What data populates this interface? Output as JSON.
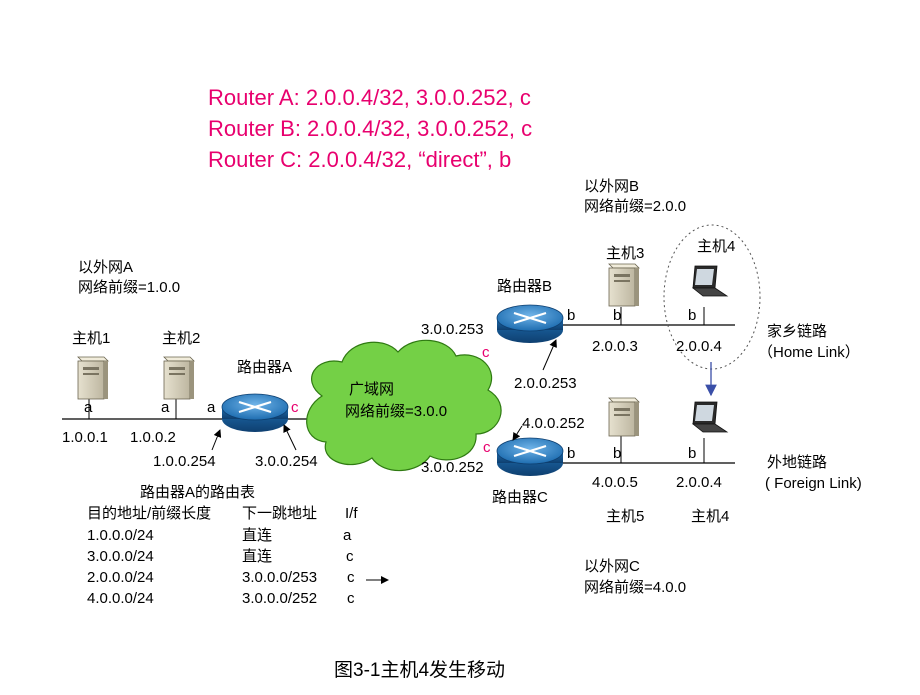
{
  "headline": {
    "color": "#e8006e",
    "lines": [
      "Router A:  2.0.0.4/32,  3.0.0.252,   c",
      "Router B:  2.0.0.4/32,   3.0.0.252,   c",
      "Router C:  2.0.0.4/32,   “direct”,  b"
    ]
  },
  "networks": {
    "a": {
      "name": "以外网A",
      "prefix": "网络前缀=1.0.0"
    },
    "b": {
      "name": "以外网B",
      "prefix": "网络前缀=2.0.0"
    },
    "c": {
      "name": "以外网C",
      "prefix": "网络前缀=4.0.0"
    },
    "wan": {
      "name": "广域网",
      "prefix": "网络前缀=3.0.0",
      "fill": "#74d046"
    }
  },
  "hosts": {
    "h1": {
      "label": "主机1",
      "port": "a",
      "ip": "1.0.0.1"
    },
    "h2": {
      "label": "主机2",
      "port": "a",
      "ip": "1.0.0.2"
    },
    "h3": {
      "label": "主机3",
      "port": "b",
      "ip": "2.0.0.3"
    },
    "h4home": {
      "label": "主机4",
      "port": "b",
      "ip": "2.0.0.4"
    },
    "h5": {
      "label": "主机5",
      "port": "b",
      "ip": "4.0.0.5"
    },
    "h4foreign": {
      "label": "主机4",
      "port": "b",
      "ip": "2.0.0.4"
    }
  },
  "routers": {
    "ra": {
      "label": "路由器A",
      "port_a": "a",
      "port_c": "c",
      "ip_a": "1.0.0.254",
      "ip_c": "3.0.0.254"
    },
    "rb": {
      "label": "路由器B",
      "port_b": "b",
      "port_c": "c",
      "ip_c": "3.0.0.253",
      "ip_b": "2.0.0.253"
    },
    "rc": {
      "label": "路由器C",
      "port_b": "b",
      "port_c": "c",
      "ip_c": "3.0.0.252",
      "ip_b": "4.0.0.252"
    }
  },
  "links": {
    "home": {
      "label": "家乡链路",
      "en": "（Home Link）"
    },
    "foreign": {
      "label": "外地链路",
      "en": "( Foreign Link)"
    }
  },
  "table": {
    "title": "路由器A的路由表",
    "headers": [
      "目的地址/前缀长度",
      "下一跳地址",
      "I/f"
    ],
    "rows": [
      [
        "1.0.0.0/24",
        "直连",
        "a"
      ],
      [
        "3.0.0.0/24",
        "直连",
        "c"
      ],
      [
        "2.0.0.0/24",
        "3.0.0.0/253",
        "c"
      ],
      [
        "4.0.0.0/24",
        "3.0.0.0/252",
        "c"
      ]
    ]
  },
  "caption": "图3-1主机4发生移动",
  "colors": {
    "accent": "#e8006e",
    "router": "#1e74b8",
    "arrow": "#3a4fa8",
    "line": "#000000"
  }
}
